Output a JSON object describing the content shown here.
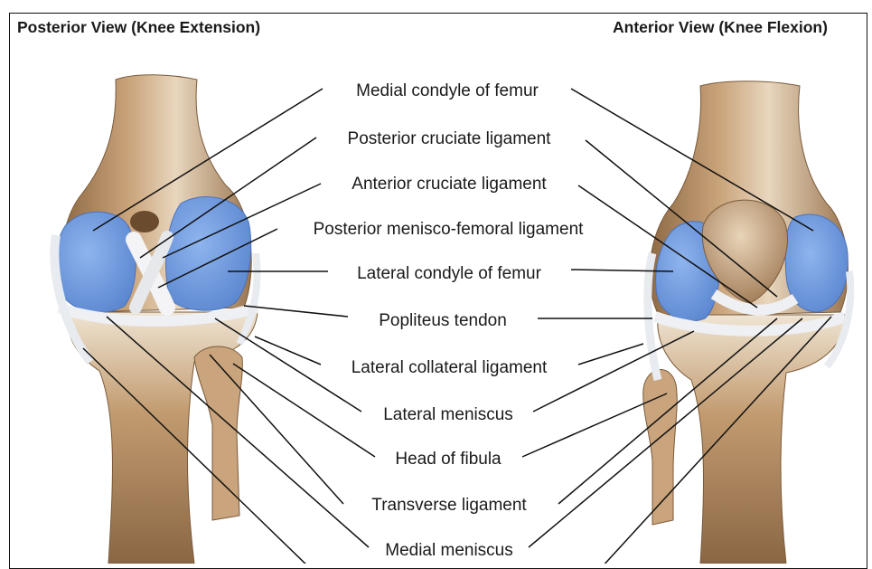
{
  "views": {
    "posterior_title": "Posterior View (Knee Extension)",
    "anterior_title": "Anterior View (Knee Flexion)"
  },
  "labels": [
    "Medial condyle of femur",
    "Posterior cruciate ligament",
    "Anterior cruciate ligament",
    "Posterior menisco-femoral ligament",
    "Lateral condyle of femur",
    "Popliteus tendon",
    "Lateral collateral ligament",
    "Lateral meniscus",
    "Head of fibula",
    "Transverse ligament",
    "Medial meniscus"
  ],
  "colors": {
    "bone": "#b08a62",
    "bone_light": "#e9dcc8",
    "cartilage": "#6e9be0",
    "ligament": "#eef0f3",
    "leader": "#111111"
  }
}
